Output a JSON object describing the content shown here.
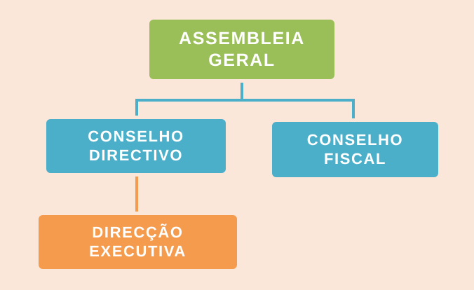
{
  "diagram": {
    "type": "organizational-chart",
    "background_color": "#FBE7DA",
    "nodes": [
      {
        "id": "assembleia-geral",
        "label": "ASSEMBLEIA\nGERAL",
        "color": "#9BBF58",
        "text_color": "#FFFFFF",
        "level": 1
      },
      {
        "id": "conselho-directivo",
        "label": "CONSELHO\nDIRECTIVO",
        "color": "#4CAFC9",
        "text_color": "#FFFFFF",
        "level": 2
      },
      {
        "id": "conselho-fiscal",
        "label": "CONSELHO\nFISCAL",
        "color": "#4CAFC9",
        "text_color": "#FFFFFF",
        "level": 2
      },
      {
        "id": "direccao-executiva",
        "label": "DIRECÇÃO\nEXECUTIVA",
        "color": "#F59B4E",
        "text_color": "#FFFFFF",
        "level": 3
      }
    ],
    "connectors": [
      {
        "id": "root-stem",
        "from": "assembleia-geral",
        "to": "branch-bar",
        "color": "#4CAFC9"
      },
      {
        "id": "branch-bar",
        "from": "assembleia-geral",
        "to": "level2",
        "color": "#4CAFC9"
      },
      {
        "id": "drop-left",
        "from": "branch-bar",
        "to": "conselho-directivo",
        "color": "#4CAFC9"
      },
      {
        "id": "drop-right",
        "from": "branch-bar",
        "to": "conselho-fiscal",
        "color": "#4CAFC9"
      },
      {
        "id": "exec-stem",
        "from": "conselho-directivo",
        "to": "direccao-executiva",
        "color": "#F59B4E"
      }
    ]
  }
}
